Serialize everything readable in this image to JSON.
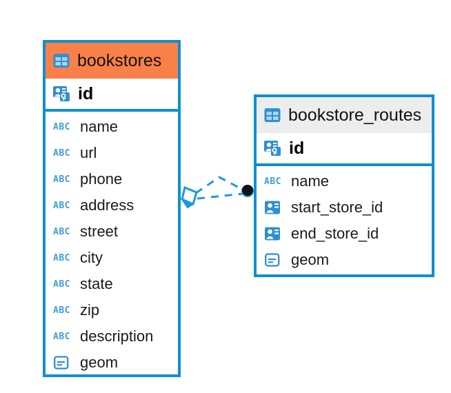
{
  "diagram": {
    "type": "entity-relationship-diagram",
    "background_color": "#ffffff",
    "accent_color": "#0f8fce",
    "highlight_color": "#f98149",
    "header_gray": "#ededed"
  },
  "tables": [
    {
      "name": "bookstores",
      "header_style": "orange",
      "primary_key": {
        "label": "id",
        "icon": "primary-key-icon"
      },
      "fields": [
        {
          "label": "name",
          "icon": "text-field-icon"
        },
        {
          "label": "url",
          "icon": "text-field-icon"
        },
        {
          "label": "phone",
          "icon": "text-field-icon"
        },
        {
          "label": "address",
          "icon": "text-field-icon"
        },
        {
          "label": "street",
          "icon": "text-field-icon"
        },
        {
          "label": "city",
          "icon": "text-field-icon"
        },
        {
          "label": "state",
          "icon": "text-field-icon"
        },
        {
          "label": "zip",
          "icon": "text-field-icon"
        },
        {
          "label": "description",
          "icon": "text-field-icon"
        },
        {
          "label": "geom",
          "icon": "geometry-field-icon"
        }
      ]
    },
    {
      "name": "bookstore_routes",
      "header_style": "gray",
      "primary_key": {
        "label": "id",
        "icon": "primary-key-icon"
      },
      "fields": [
        {
          "label": "name",
          "icon": "text-field-icon"
        },
        {
          "label": "start_store_id",
          "icon": "foreign-key-icon"
        },
        {
          "label": "end_store_id",
          "icon": "foreign-key-icon"
        },
        {
          "label": "geom",
          "icon": "geometry-field-icon"
        }
      ]
    }
  ],
  "relationships": [
    {
      "from": "bookstores",
      "to": "bookstore_routes",
      "from_marker": "diamond",
      "to_marker": "filled-circle",
      "line": "dashed"
    },
    {
      "from": "bookstores",
      "to": "bookstore_routes",
      "from_marker": "diamond",
      "to_marker": "filled-circle",
      "line": "dashed"
    }
  ],
  "abc_glyph": "ABC"
}
